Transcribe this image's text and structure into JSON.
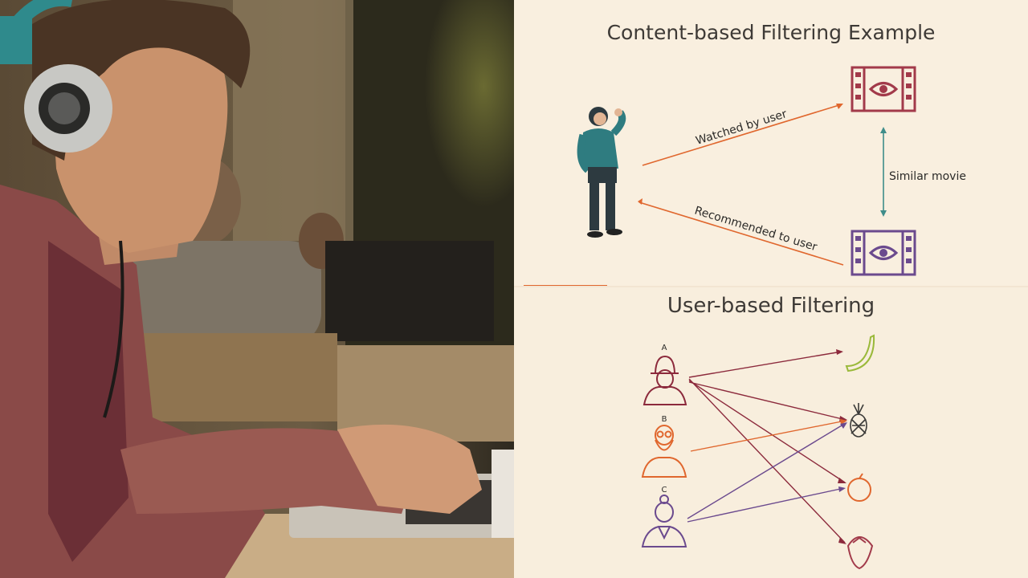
{
  "slide1": {
    "title": "Content-based Filtering Example",
    "edge_watched": "Watched by user",
    "edge_recommended": "Recommended to user",
    "edge_similar": "Similar movie"
  },
  "slide2": {
    "title": "User-based Filtering",
    "users": [
      {
        "label": "A"
      },
      {
        "label": "B"
      },
      {
        "label": "C"
      }
    ]
  },
  "colors": {
    "orange_arrow": "#e0672e",
    "teal_arrow": "#3f8d8a",
    "film_top": "#a23a4a",
    "film_bottom": "#6b4a8e",
    "user_a": "#8c2a3c",
    "user_b": "#e0672e",
    "user_c": "#6b4a8e",
    "banana": "#9ab93a"
  }
}
